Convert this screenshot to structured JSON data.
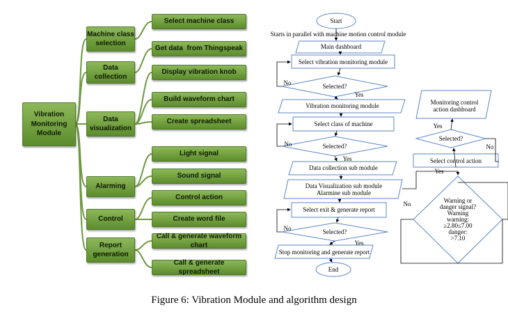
{
  "mindmap": {
    "root": "Vibration Monitoring Module",
    "categories": {
      "machine_class": "Machine class selection",
      "data_collection": "Data collection",
      "data_visualization": "Data visualization",
      "alarming": "Alarming",
      "control": "Control",
      "report_generation": "Report generation"
    },
    "leaves": {
      "select_machine_class": "Select machine class",
      "get_data": "Get data  from Thingspeak",
      "display_knob": "Display vibration knob",
      "waveform_chart": "Build waveform chart",
      "spreadsheet": "Create spreadsheet",
      "light_signal": "Light signal",
      "sound_signal": "Sound signal",
      "control_action": "Control action",
      "word_file": "Create word file",
      "call_waveform": "Call & generate waveform chart",
      "call_spreadsheet": "Call & generate spreadsheet"
    }
  },
  "flowchart": {
    "start": "Start",
    "parallel_note": "Starts in parallel with machine motion control module",
    "main_dashboard": "Main dashboard",
    "select_vibration": "Select vibration monitoring module",
    "selected_q": "Selected?",
    "vibration_module": "Vibration monitoring module",
    "select_class": "Select class of machine",
    "data_collection_sub": "Data collection sub module",
    "data_vis_sub_1": "Data Visualization sub module",
    "data_vis_sub_2": "Alarmine sub module",
    "select_exit": "Select exit & generate report",
    "stop_monitoring": "Stop monitoring and generate report",
    "end": "End",
    "warning_1": "Warning or",
    "warning_2": "danger signal?",
    "warning_3": "Warning",
    "warning_4": "warning:",
    "warning_5": "≥2.80≤7.00",
    "warning_6": "danger:",
    "warning_7": ">7.10",
    "select_control": "Select control action",
    "control_dashboard_1": "Monitoring control",
    "control_dashboard_2": "action dashboard",
    "yes": "Yes",
    "no": "No"
  },
  "caption": "Figure 6: Vibration Module and algorithm design"
}
